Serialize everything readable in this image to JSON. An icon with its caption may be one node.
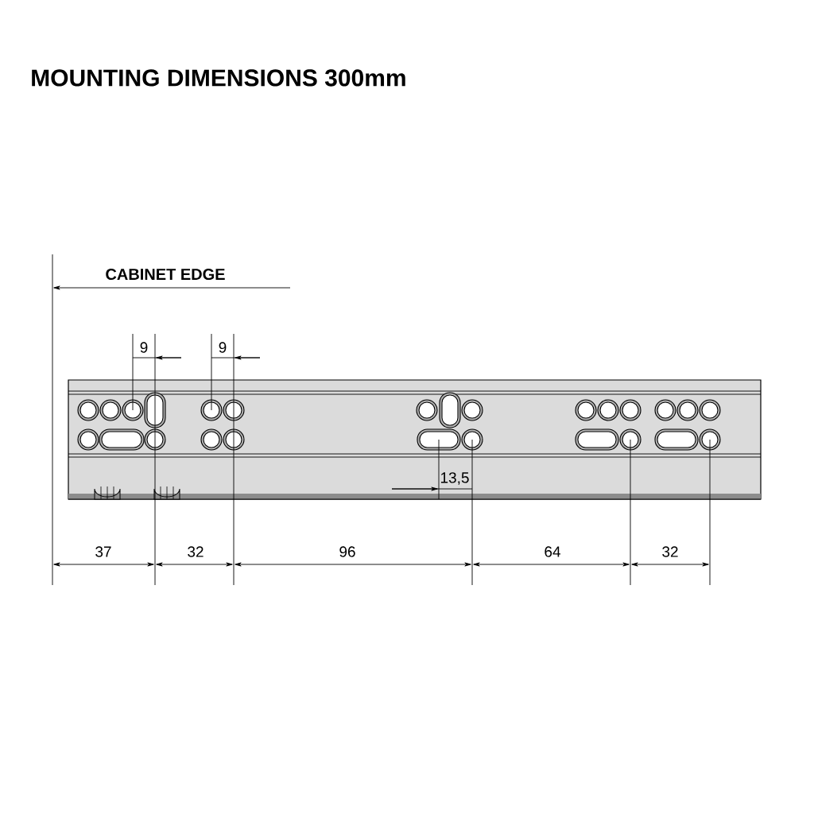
{
  "diagram": {
    "title": "MOUNTING DIMENSIONS 300mm",
    "labels": [
      "CABINET EDGE",
      "9",
      "9",
      "13,5",
      "37",
      "32",
      "96",
      "64",
      "32"
    ]
  }
}
